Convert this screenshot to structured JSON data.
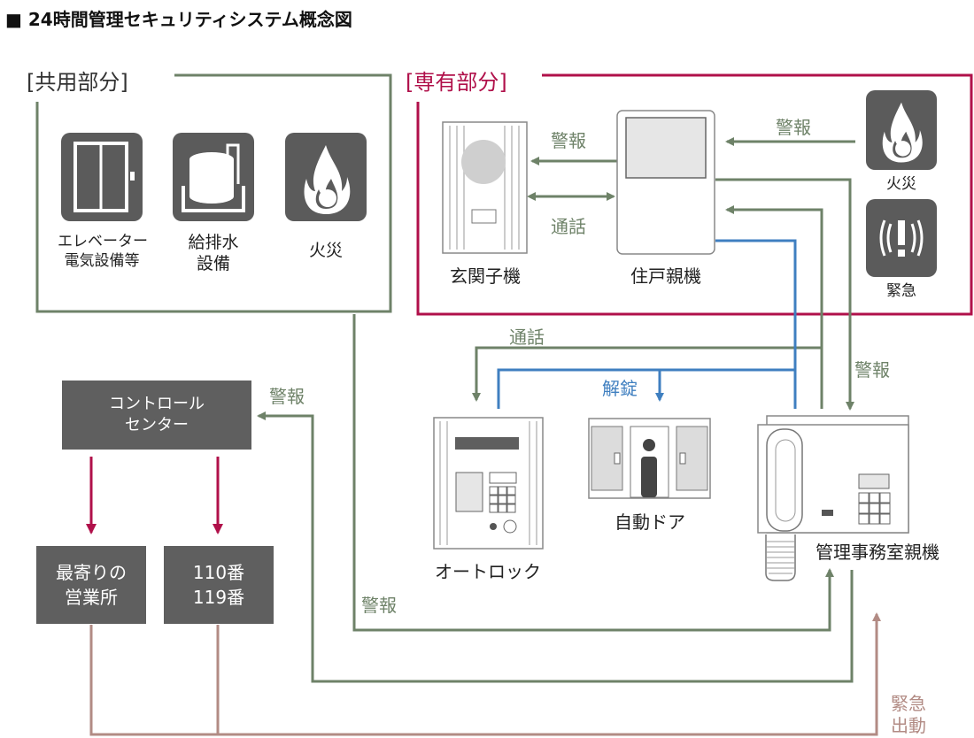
{
  "title": "■ 24時間管理セキュリティシステム概念図",
  "sections": {
    "common": "[共用部分]",
    "private": "[専有部分]"
  },
  "common_items": {
    "elevator_line1": "エレベーター",
    "elevator_line2": "電気設備等",
    "water_line1": "給排水",
    "water_line2": "設備",
    "fire": "火災"
  },
  "private_items": {
    "entrance_unit": "玄関子機",
    "home_master": "住戸親機",
    "fire": "火災",
    "emergency": "緊急"
  },
  "flows": {
    "alarm": "警報",
    "call": "通話",
    "unlock": "解錠",
    "emergency_line1": "緊急",
    "emergency_line2": "出動"
  },
  "devices": {
    "control_center_line1": "コントロール",
    "control_center_line2": "センター",
    "nearest_office_line1": "最寄りの",
    "nearest_office_line2": "営業所",
    "police_fire_line1": "110番",
    "police_fire_line2": "119番",
    "auto_lock": "オートロック",
    "auto_door": "自動ドア",
    "management_master": "管理事務室親機"
  },
  "colors": {
    "green": "#6e8268",
    "blue": "#3f7fc0",
    "crimson": "#b0104a",
    "brown": "#b28b84",
    "box_gray": "#5f5f5f"
  }
}
